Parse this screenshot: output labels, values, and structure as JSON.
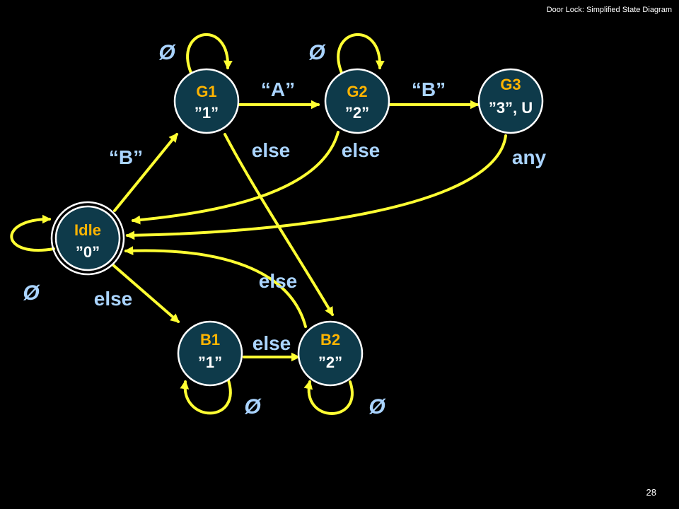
{
  "slide": {
    "title": "Door Lock: Simplified State Diagram",
    "number": "28"
  },
  "colors": {
    "background": "#000000",
    "edge": "#ffff33",
    "node_fill": "#0e3a4a",
    "state_name": "#ffb400",
    "state_output": "#ffffff",
    "edge_label": "#aad4ff"
  },
  "states": {
    "idle": {
      "name": "Idle",
      "output": "”0”"
    },
    "g1": {
      "name": "G1",
      "output": "”1”"
    },
    "g2": {
      "name": "G2",
      "output": "”2”"
    },
    "g3": {
      "name": "G3",
      "output": "”3”, U"
    },
    "b1": {
      "name": "B1",
      "output": "”1”"
    },
    "b2": {
      "name": "B2",
      "output": "”2”"
    }
  },
  "transitions": {
    "g1_g2": "“A”",
    "g2_g3": "“B”",
    "idle_g1": "“B”",
    "g1_b2": "else",
    "g2_idle": "else",
    "g3_idle": "any",
    "idle_b1": "else",
    "b1_b2": "else",
    "b2_idle": "else",
    "null": "Ø"
  }
}
